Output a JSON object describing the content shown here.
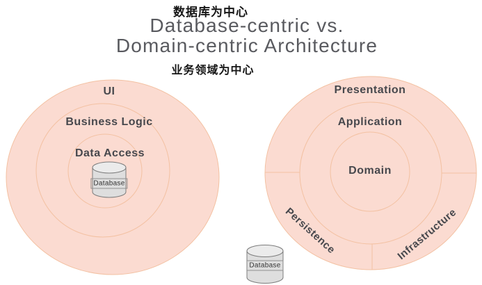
{
  "title": {
    "line1": "Database-centric vs.",
    "line2": "Domain-centric Architecture"
  },
  "annotations": {
    "database_centric_cn": "数据库为中心",
    "domain_centric_cn": "业务领域为中心"
  },
  "database_centric_diagram": {
    "layers": [
      {
        "label": "UI"
      },
      {
        "label": "Business Logic"
      },
      {
        "label": "Data Access"
      }
    ],
    "database": {
      "label": "Database"
    }
  },
  "domain_centric_diagram": {
    "layers": [
      {
        "label": "Presentation"
      },
      {
        "label": "Application"
      },
      {
        "label": "Domain"
      }
    ],
    "sectors": [
      {
        "label": "Persistence"
      },
      {
        "label": "Infrastructure"
      }
    ],
    "database": {
      "label": "Database"
    }
  },
  "colors": {
    "circle_fill": "#fbdbd1",
    "circle_stroke": "#f3c1a2",
    "label_text": "#47484d",
    "title_text": "#595a5f",
    "annotation_text": "#161616",
    "cylinder_fill": "#dedede",
    "cylinder_top_fill": "#ebebeb",
    "cylinder_stroke": "#7c7c7c"
  }
}
